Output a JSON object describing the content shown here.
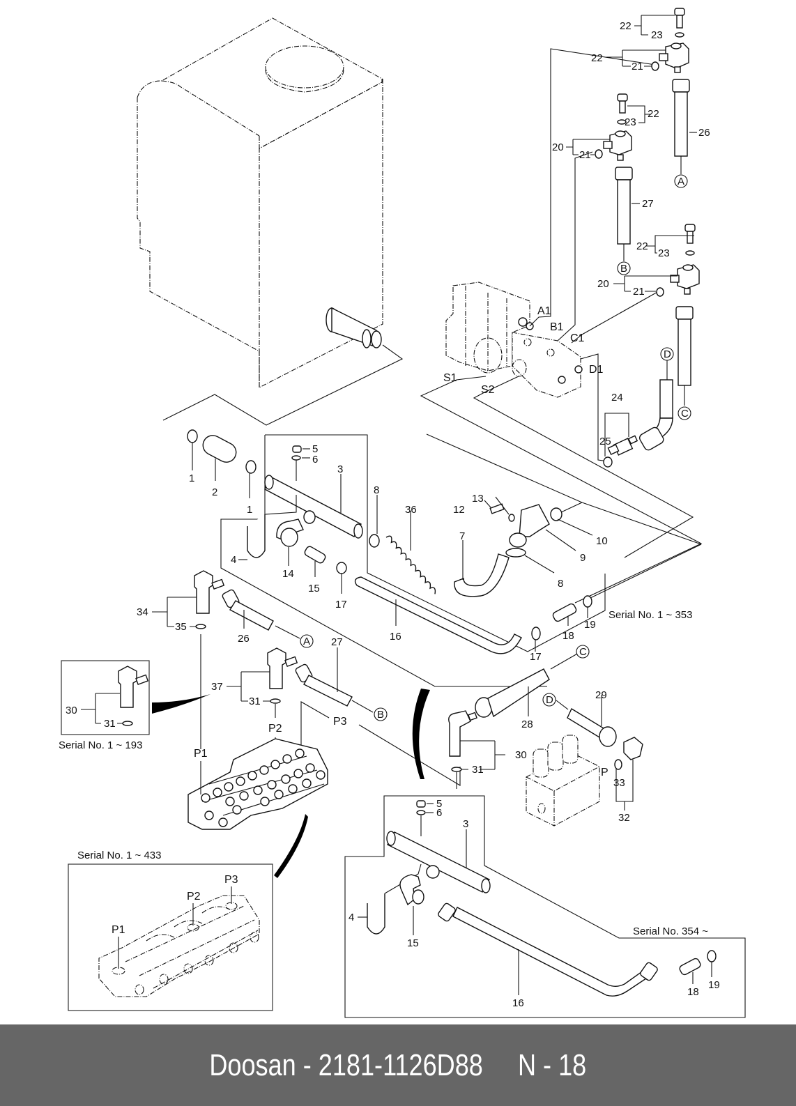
{
  "footer": {
    "brand": "Doosan",
    "separator": " - ",
    "part_number": "2181-1126D88",
    "page_label": "N - 18",
    "text": "Doosan - 2181-1126D88     N - 18"
  },
  "diagram": {
    "title": "Hydraulic tank, pump and suction/return piping exploded view",
    "callouts": {
      "c1a": "1",
      "c1b": "1",
      "c2": "2",
      "c3": "3",
      "c4": "4",
      "c5": "5",
      "c6": "6",
      "c7": "7",
      "c8a": "8",
      "c8b": "8",
      "c9": "9",
      "c10": "10",
      "c12": "12",
      "c13": "13",
      "c14": "14",
      "c15": "15",
      "c16": "16",
      "c17a": "17",
      "c17b": "17",
      "c18": "18",
      "c19": "19",
      "c20a": "20",
      "c20b": "20",
      "c21a": "21",
      "c21b": "21",
      "c21c": "21",
      "c22a": "22",
      "c22b": "22",
      "c22c": "22",
      "c22d": "22",
      "c23a": "23",
      "c23b": "23",
      "c23c": "23",
      "c24": "24",
      "c25": "25",
      "c26a": "26",
      "c26b": "26",
      "c27a": "27",
      "c27b": "27",
      "c28": "28",
      "c29": "29",
      "c30a": "30",
      "c30b": "30",
      "c31a": "31",
      "c31b": "31",
      "c31c": "31",
      "c32": "32",
      "c33": "33",
      "c34": "34",
      "c35": "35",
      "c36": "36",
      "c37": "37",
      "b3": "3",
      "b4": "4",
      "b5": "5",
      "b6": "6",
      "b15": "15",
      "b16": "16",
      "b18": "18",
      "b19": "19"
    },
    "ports": {
      "A1": "A1",
      "B1": "B1",
      "C1": "C1",
      "D1": "D1",
      "S1": "S1",
      "S2": "S2",
      "P": "P",
      "P1": "P1",
      "P2": "P2",
      "P3": "P3",
      "inset_P1": "P1",
      "inset_P2": "P2",
      "inset_P3": "P3"
    },
    "connectors": {
      "A_top": "A",
      "B_top": "B",
      "C_top": "C",
      "D_top": "D",
      "A_bot": "A",
      "B_bot": "B",
      "C_bot": "C",
      "D_bot": "D"
    },
    "serial_notes": {
      "s353": "Serial No. 1 ~ 353",
      "s193": "Serial No. 1 ~ 193",
      "s433": "Serial No. 1 ~ 433",
      "s354": "Serial No. 354 ~"
    }
  }
}
